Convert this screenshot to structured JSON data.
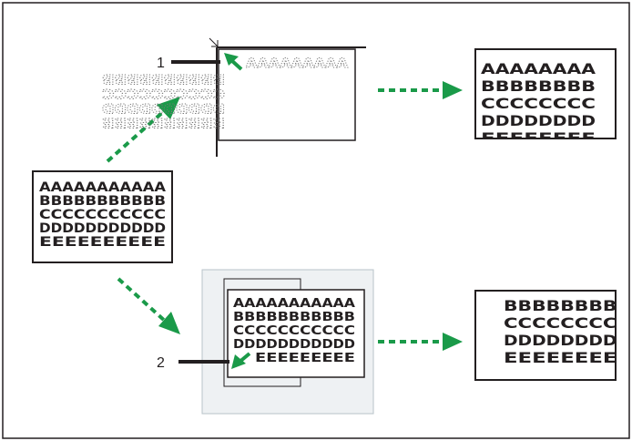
{
  "original": {
    "lines": [
      "AAAAAAAAAAA",
      "BBBBBBBBBBB",
      "CCCCCCCCCCC",
      "DDDDDDDDDDD",
      "EEEEEEEEEE"
    ]
  },
  "case1": {
    "number": "1",
    "scan_lines": [
      "AAAAAAAAA",
      "BBBBBBBBBB",
      "CCCCCCCCCC",
      "DDDDDDDDDD",
      "EEEEEEEEEE"
    ],
    "result_lines": [
      "AAAAAAAA",
      "BBBBBBBB",
      "CCCCCCCC",
      "DDDDDDDD",
      "EEEEEEEE"
    ]
  },
  "case2": {
    "number": "2",
    "scan_lines": [
      "AAAAAAAAAAA",
      "BBBBBBBBBBB",
      "CCCCCCCCCCC",
      "DDDDDDDDDDD",
      "EEEEEEEEE"
    ],
    "result_lines": [
      "BBBBBBBBB",
      "CCCCCCCCC",
      "DDDDDDDDD",
      "EEEEEEEEE"
    ]
  },
  "colors": {
    "arrow": "#1a9a49",
    "line": "#231f20",
    "tray": "#eef1f3"
  }
}
